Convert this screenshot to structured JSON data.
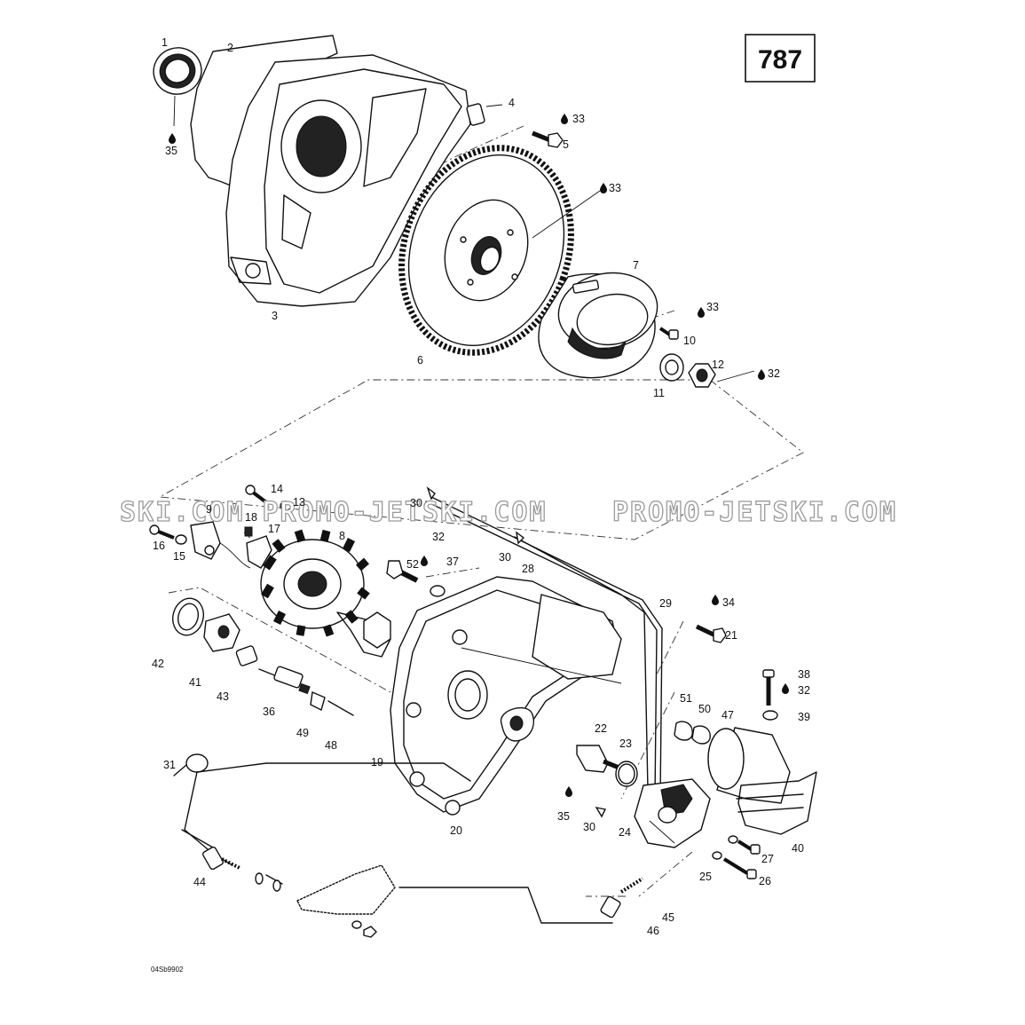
{
  "page_number": "787",
  "diagram_code": "04Sb9902",
  "watermark": {
    "left": "SKI.COM PROMO-JETSKI.COM",
    "right": "PROMO-JETSKI.COM"
  },
  "drop_icon": "oil-drop-icon",
  "callouts": [
    {
      "id": "c1",
      "text": "1"
    },
    {
      "id": "c2",
      "text": "2"
    },
    {
      "id": "c3",
      "text": "3"
    },
    {
      "id": "c4",
      "text": "4"
    },
    {
      "id": "c5",
      "text": "5"
    },
    {
      "id": "c6",
      "text": "6"
    },
    {
      "id": "c7",
      "text": "7"
    },
    {
      "id": "c8",
      "text": "8"
    },
    {
      "id": "c9",
      "text": "9"
    },
    {
      "id": "c10",
      "text": "10"
    },
    {
      "id": "c11",
      "text": "11"
    },
    {
      "id": "c12",
      "text": "12"
    },
    {
      "id": "c13",
      "text": "13"
    },
    {
      "id": "c14",
      "text": "14"
    },
    {
      "id": "c15",
      "text": "15"
    },
    {
      "id": "c16",
      "text": "16"
    },
    {
      "id": "c17",
      "text": "17"
    },
    {
      "id": "c18",
      "text": "18"
    },
    {
      "id": "c19",
      "text": "19"
    },
    {
      "id": "c20",
      "text": "20"
    },
    {
      "id": "c21",
      "text": "21"
    },
    {
      "id": "c22",
      "text": "22"
    },
    {
      "id": "c23",
      "text": "23"
    },
    {
      "id": "c24",
      "text": "24"
    },
    {
      "id": "c25",
      "text": "25"
    },
    {
      "id": "c26",
      "text": "26"
    },
    {
      "id": "c27",
      "text": "27"
    },
    {
      "id": "c28",
      "text": "28"
    },
    {
      "id": "c29",
      "text": "29"
    },
    {
      "id": "c30a",
      "text": "30"
    },
    {
      "id": "c30b",
      "text": "30"
    },
    {
      "id": "c30c",
      "text": "30"
    },
    {
      "id": "c31",
      "text": "31"
    },
    {
      "id": "c32a",
      "text": "32"
    },
    {
      "id": "c32b",
      "text": "32"
    },
    {
      "id": "c32c",
      "text": "32"
    },
    {
      "id": "c33a",
      "text": "33"
    },
    {
      "id": "c33b",
      "text": "33"
    },
    {
      "id": "c33c",
      "text": "33"
    },
    {
      "id": "c34",
      "text": "34"
    },
    {
      "id": "c35a",
      "text": "35"
    },
    {
      "id": "c35b",
      "text": "35"
    },
    {
      "id": "c36",
      "text": "36"
    },
    {
      "id": "c37",
      "text": "37"
    },
    {
      "id": "c38",
      "text": "38"
    },
    {
      "id": "c39",
      "text": "39"
    },
    {
      "id": "c40",
      "text": "40"
    },
    {
      "id": "c41",
      "text": "41"
    },
    {
      "id": "c42",
      "text": "42"
    },
    {
      "id": "c43",
      "text": "43"
    },
    {
      "id": "c44",
      "text": "44"
    },
    {
      "id": "c45",
      "text": "45"
    },
    {
      "id": "c46",
      "text": "46"
    },
    {
      "id": "c47",
      "text": "47"
    },
    {
      "id": "c48",
      "text": "48"
    },
    {
      "id": "c49",
      "text": "49"
    },
    {
      "id": "c50",
      "text": "50"
    },
    {
      "id": "c51",
      "text": "51"
    },
    {
      "id": "c52",
      "text": "52"
    }
  ]
}
